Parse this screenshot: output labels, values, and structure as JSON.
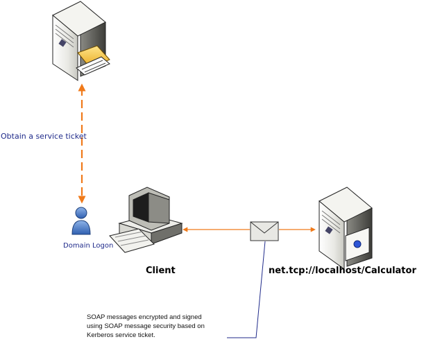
{
  "labels": {
    "ticket": "Obtain a service ticket",
    "domain_logon": "Domain Logon",
    "client": "Client",
    "server": "net.tcp://localhost/Calculator",
    "note_lines": [
      "SOAP messages encrypted and signed",
      "using SOAP message security based on",
      "Kerberos service ticket."
    ]
  },
  "colors": {
    "arrow": "#f07a1a",
    "label_blue": "#1f2a8a",
    "callout_line": "#1f2a8a"
  },
  "icons": {
    "kdc": "server-with-ticket-icon",
    "user": "user-icon",
    "client": "computer-icon",
    "message": "envelope-icon",
    "service": "server-with-certificate-icon"
  }
}
